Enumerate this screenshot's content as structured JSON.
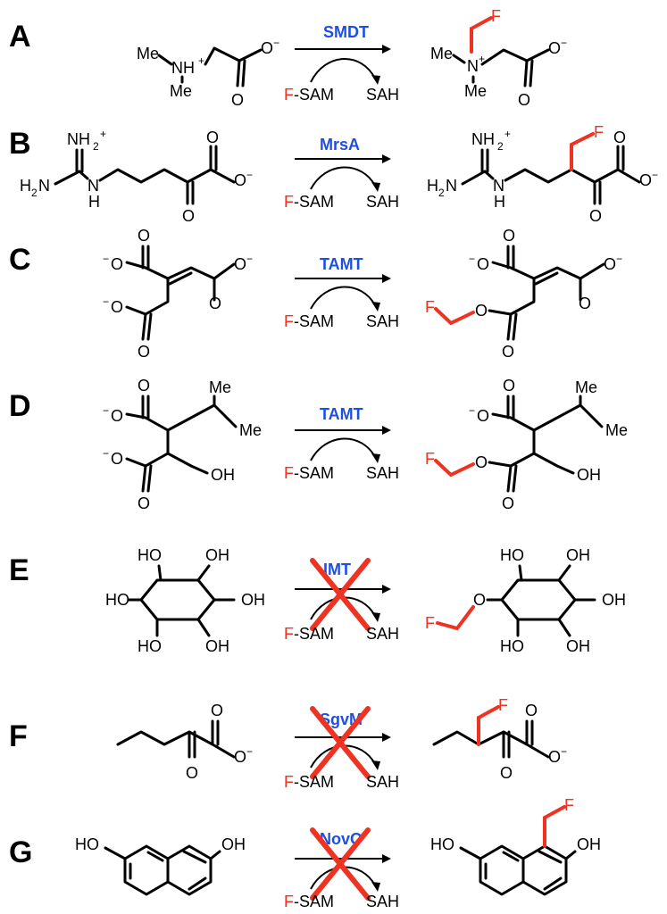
{
  "panels": [
    {
      "label": "A",
      "enzyme": "SMDT",
      "cofactor_in_prefix": "F",
      "cofactor_in_rest": "-SAM",
      "cofactor_out": "SAH",
      "inactive": false
    },
    {
      "label": "B",
      "enzyme": "MrsA",
      "cofactor_in_prefix": "F",
      "cofactor_in_rest": "-SAM",
      "cofactor_out": "SAH",
      "inactive": false
    },
    {
      "label": "C",
      "enzyme": "TAMT",
      "cofactor_in_prefix": "F",
      "cofactor_in_rest": "-SAM",
      "cofactor_out": "SAH",
      "inactive": false
    },
    {
      "label": "D",
      "enzyme": "TAMT",
      "cofactor_in_prefix": "F",
      "cofactor_in_rest": "-SAM",
      "cofactor_out": "SAH",
      "inactive": false
    },
    {
      "label": "E",
      "enzyme": "IMT",
      "cofactor_in_prefix": "F",
      "cofactor_in_rest": "-SAM",
      "cofactor_out": "SAH",
      "inactive": true
    },
    {
      "label": "F",
      "enzyme": "SgvM",
      "cofactor_in_prefix": "F",
      "cofactor_in_rest": "-SAM",
      "cofactor_out": "SAH",
      "inactive": true
    },
    {
      "label": "G",
      "enzyme": "NovO",
      "cofactor_in_prefix": "F",
      "cofactor_in_rest": "-SAM",
      "cofactor_out": "SAH",
      "inactive": true
    }
  ],
  "atoms": {
    "me": "Me",
    "nh": "NH",
    "n": "N",
    "h": "H",
    "o": "O",
    "f": "F",
    "oh": "OH",
    "ho": "HO",
    "nh2": "NH",
    "h2n": "H",
    "h2n_n": "N",
    "sub2": "2",
    "plus": "+",
    "minus": "−"
  },
  "colors": {
    "enzyme": "#1f4fe0",
    "fluorine": "#ee3322",
    "bond": "#000000"
  }
}
